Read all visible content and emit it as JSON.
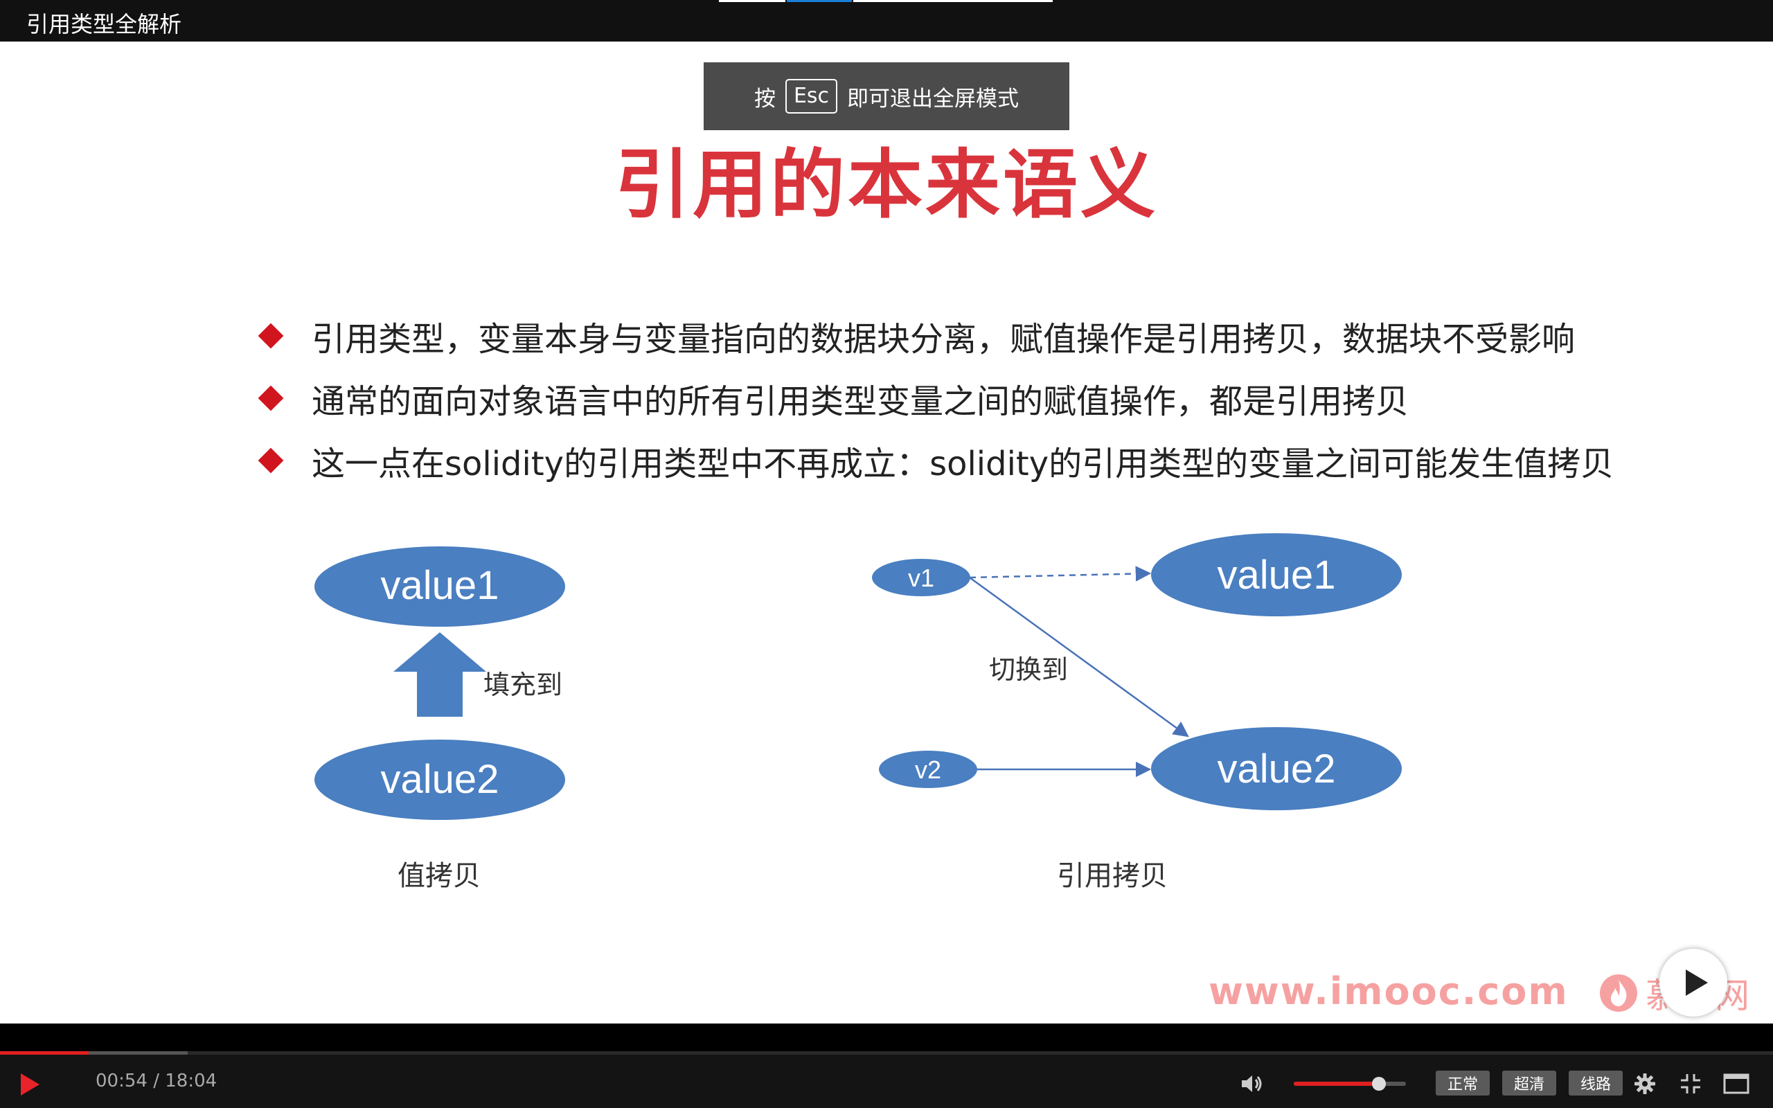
{
  "window": {
    "title": "引用类型全解析"
  },
  "overlay": {
    "esc_press": "按",
    "esc_key": "Esc",
    "esc_tail": "即可退出全屏模式"
  },
  "slide": {
    "title": "引用的本来语义",
    "bullets": [
      "引用类型，变量本身与变量指向的数据块分离，赋值操作是引用拷贝，数据块不受影响",
      "通常的面向对象语言中的所有引用类型变量之间的赋值操作，都是引用拷贝",
      "这一点在solidity的引用类型中不再成立：solidity的引用类型的变量之间可能发生值拷贝"
    ],
    "value_copy": {
      "top": "value1",
      "bottom": "value2",
      "arrow_label": "填充到",
      "caption": "值拷贝"
    },
    "ref_copy": {
      "v1": "v1",
      "v2": "v2",
      "value1": "value1",
      "value2": "value2",
      "switch_label": "切换到",
      "caption": "引用拷贝"
    },
    "watermark": "www.imooc.com",
    "brand": "慕课网",
    "colors": {
      "title": "#d9343c",
      "bullet": "#d0151f",
      "ellipse": "#4a7fc1"
    }
  },
  "player": {
    "current": "00:54",
    "separator": "/",
    "duration": "18:04",
    "progress": 0.05,
    "buffered": 0.106,
    "volume": 0.76,
    "speed_label": "正常",
    "quality_label": "超清",
    "route_label": "线路"
  }
}
